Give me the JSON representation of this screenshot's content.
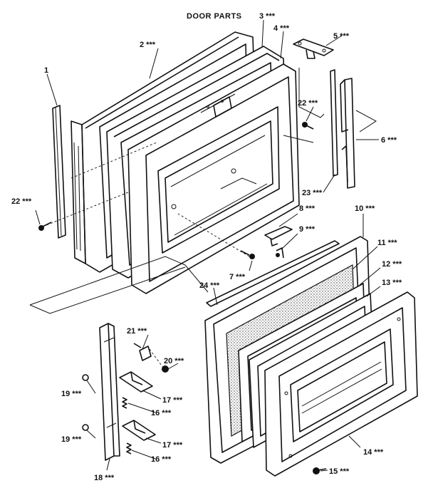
{
  "title": "DOOR PARTS",
  "labels": {
    "l1": "1",
    "l2": "2 ***",
    "l3": "3 ***",
    "l4": "4 ***",
    "l5": "5 ***",
    "l6": "6 ***",
    "l7": "7 ***",
    "l8": "8 ***",
    "l9": "9 ***",
    "l10": "10 ***",
    "l11": "11 ***",
    "l12": "12 ***",
    "l13": "13 ***",
    "l14": "14 ***",
    "l15": "15 ***",
    "l16a": "16 ***",
    "l16b": "16 ***",
    "l17a": "17 ***",
    "l17b": "17 ***",
    "l18": "18 ***",
    "l19a": "19 ***",
    "l19b": "19 ***",
    "l20": "20 ***",
    "l21": "21 ***",
    "l22a": "22 ***",
    "l22b": "22 ***",
    "l23": "23 ***",
    "l24": "24 ***"
  }
}
